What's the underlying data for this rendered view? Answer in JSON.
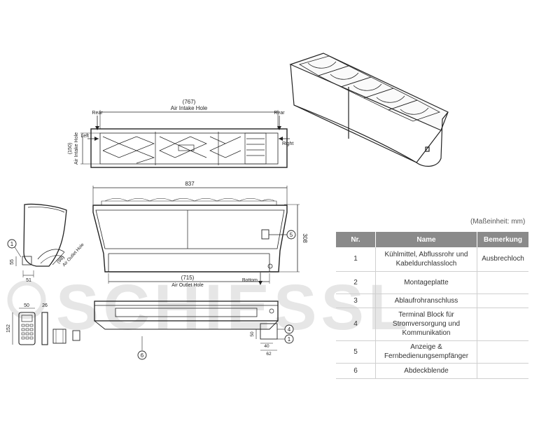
{
  "labels": {
    "top_width": "(767)",
    "air_intake_hole": "Air Intake Hole",
    "rear_left": "Rear",
    "rear_right": "Rear",
    "left": "Left",
    "right": "Right",
    "intake_height": "(150)",
    "intake_side": "Air Intake Hole",
    "front_width": "837",
    "front_height": "308",
    "outlet_width": "(715)",
    "air_outlet_hole": "Air Outlet Hole",
    "bottom": "Bottom",
    "side_air_outlet": "Air Outlet Hole",
    "side_outlet_dim": "(98)",
    "side_dim_55": "55",
    "side_dim_51": "51",
    "remote_width": "50",
    "remote_depth": "26",
    "remote_height": "152",
    "bottom_dim_50": "50",
    "bottom_dim_40": "40",
    "bottom_dim_62": "62",
    "callout_1a": "1",
    "callout_1b": "1",
    "callout_4": "4",
    "callout_5": "5",
    "callout_6": "6",
    "watermark": "SCHIESSL"
  },
  "unit_note": "(Maßeinheit: mm)",
  "table": {
    "headers": [
      "Nr.",
      "Name",
      "Bemerkung"
    ],
    "rows": [
      {
        "nr": "1",
        "name": "Kühlmittel, Abflussrohr und Kabeldurchlassloch",
        "remark": "Ausbrechloch"
      },
      {
        "nr": "2",
        "name": "Montageplatte",
        "remark": ""
      },
      {
        "nr": "3",
        "name": "Ablaufrohranschluss",
        "remark": ""
      },
      {
        "nr": "4",
        "name": "Terminal Block für Stromversorgung und Kommunikation",
        "remark": ""
      },
      {
        "nr": "5",
        "name": "Anzeige & Fernbedienungsempfänger",
        "remark": ""
      },
      {
        "nr": "6",
        "name": "Abdeckblende",
        "remark": ""
      }
    ]
  }
}
